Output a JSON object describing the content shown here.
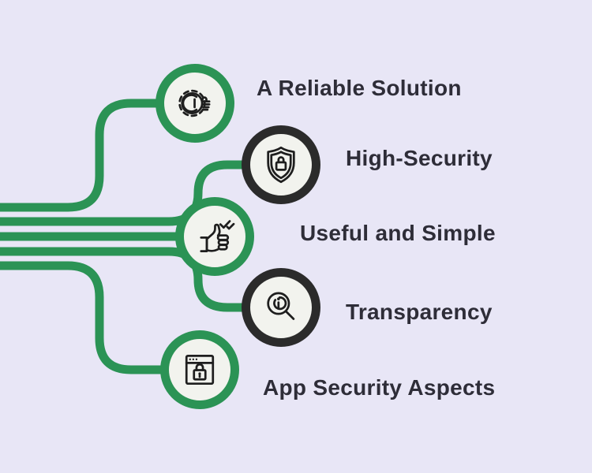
{
  "canvas": {
    "background_color": "#E8E6F6"
  },
  "colors": {
    "connector_green": "#2B9355",
    "ring_green": "#2B9355",
    "ring_dark": "#2B2B2B",
    "icon_stroke": "#1E1E1E",
    "label_text": "#2E2D38",
    "circle_fill": "#F2F3EE"
  },
  "items": [
    {
      "label": "A Reliable Solution",
      "icon": "gear-thumbs-up-icon",
      "ring": "green"
    },
    {
      "label": "High-Security",
      "icon": "shield-lock-icon",
      "ring": "dark"
    },
    {
      "label": "Useful and Simple",
      "icon": "thumbs-up-check-icon",
      "ring": "green"
    },
    {
      "label": "Transparency",
      "icon": "magnifier-info-icon",
      "ring": "dark"
    },
    {
      "label": "App Security Aspects",
      "icon": "browser-lock-icon",
      "ring": "green"
    }
  ]
}
